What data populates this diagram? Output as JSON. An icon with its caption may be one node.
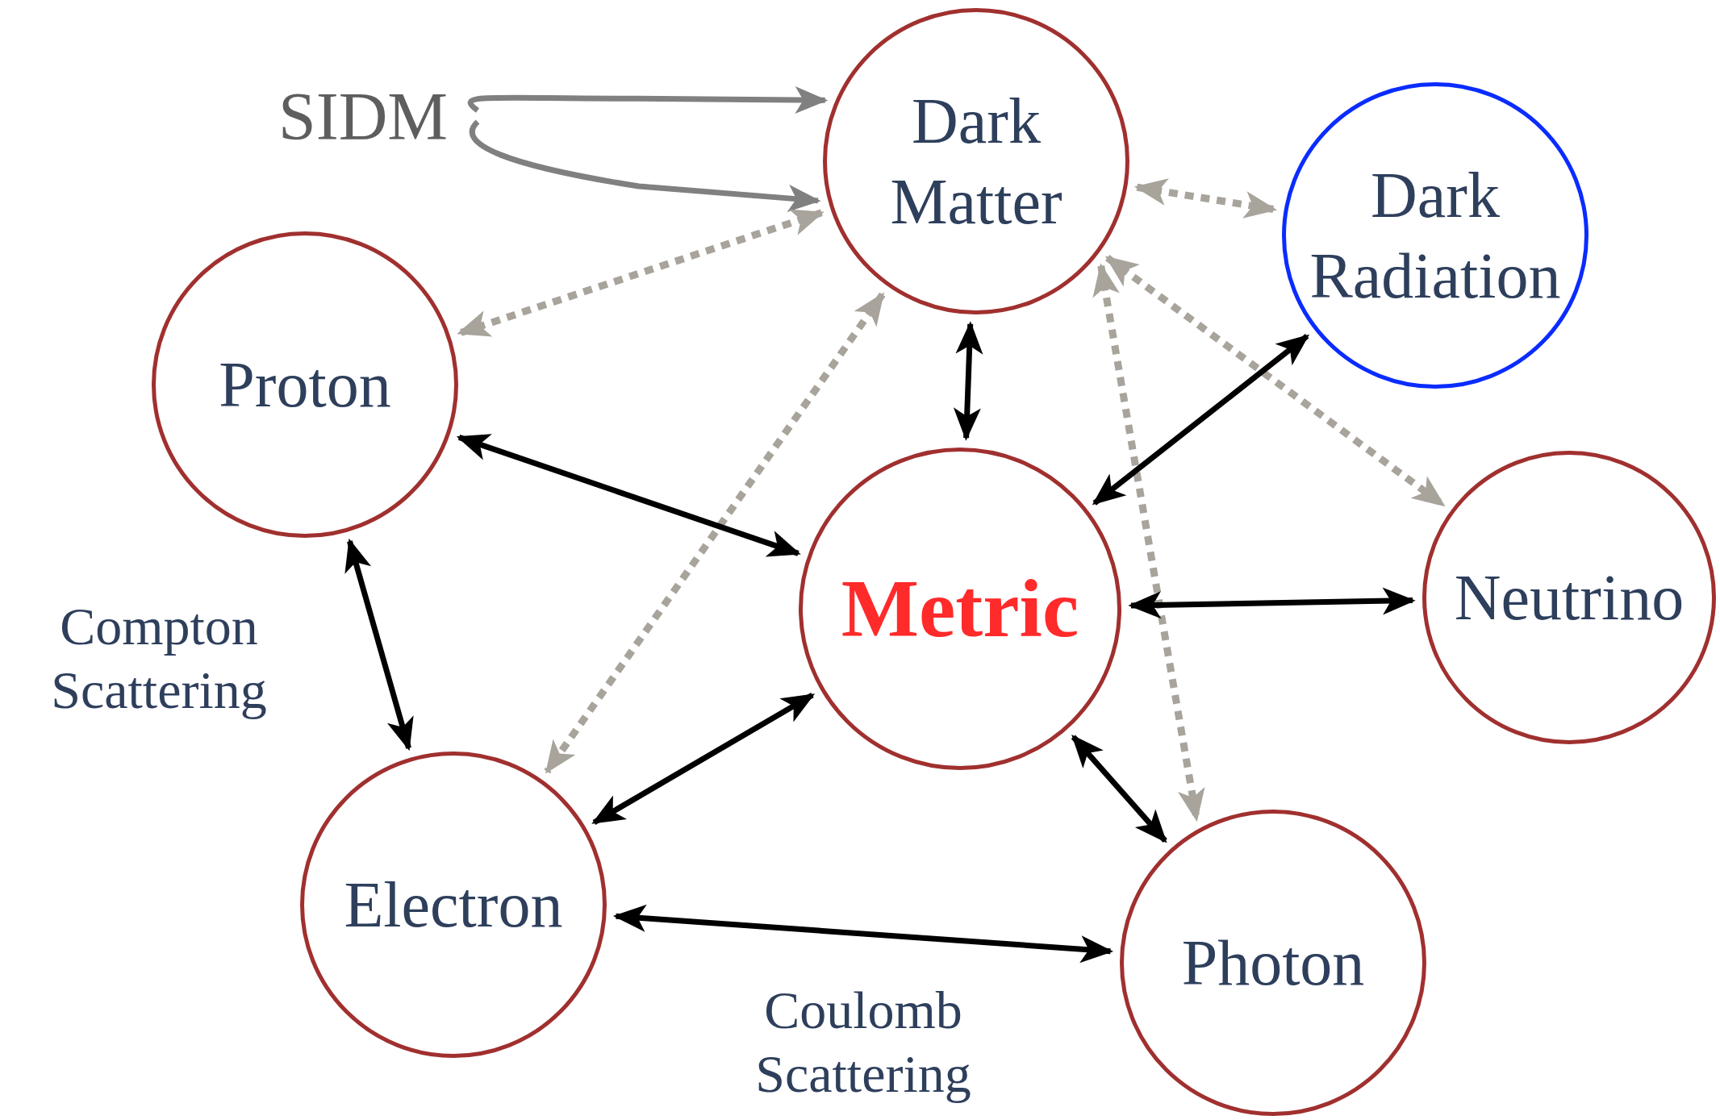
{
  "diagram": {
    "nodes": [
      {
        "text": [
          "Dark Matter"
        ]
      },
      {
        "text": [
          "Dark Radiation"
        ]
      },
      {
        "text": [
          "Proton"
        ]
      },
      {
        "text": [
          "Metric"
        ]
      },
      {
        "text": [
          "Neutrino"
        ]
      },
      {
        "text": [
          "Electron"
        ]
      },
      {
        "text": [
          "Photon"
        ]
      },
      {
        "text": [
          "SIDM"
        ]
      }
    ],
    "edges": [
      {
        "from": 7,
        "to": 0,
        "arrow": "to",
        "color": "#808080"
      },
      {
        "from": 7,
        "to": 0,
        "arrow": "to",
        "color": "#808080"
      },
      {
        "from": 0,
        "to": 2,
        "arrow": "both",
        "style": "dashed",
        "color": "#a8a49c"
      },
      {
        "from": 0,
        "to": 1,
        "arrow": "both",
        "style": "dashed",
        "color": "#a8a49c"
      },
      {
        "from": 0,
        "to": 3,
        "arrow": "both"
      },
      {
        "from": 0,
        "to": 5,
        "arrow": "both",
        "style": "dashed",
        "color": "#a8a49c"
      },
      {
        "from": 0,
        "to": 4,
        "arrow": "both",
        "style": "dashed",
        "color": "#a8a49c"
      },
      {
        "from": 0,
        "to": 6,
        "arrow": "both",
        "style": "dashed",
        "color": "#a8a49c"
      },
      {
        "from": 2,
        "to": 3,
        "arrow": "both"
      },
      {
        "from": 2,
        "to": 5,
        "arrow": "both",
        "label": "Compton Scattering"
      },
      {
        "from": 1,
        "to": 3,
        "arrow": "both"
      },
      {
        "from": 3,
        "to": 4,
        "arrow": "both"
      },
      {
        "from": 3,
        "to": 5,
        "arrow": "both"
      },
      {
        "from": 3,
        "to": 6,
        "arrow": "both"
      },
      {
        "from": 5,
        "to": 6,
        "arrow": "both",
        "label": "Coulomb Scattering"
      }
    ]
  }
}
